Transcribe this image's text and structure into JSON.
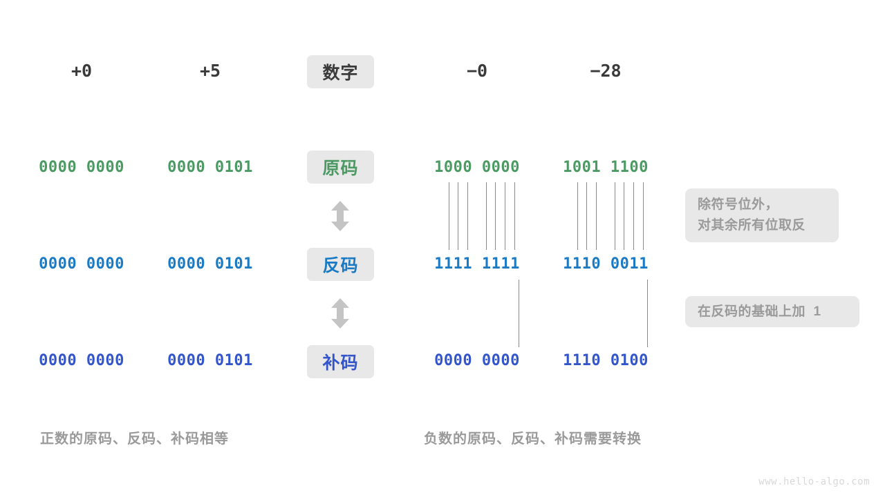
{
  "colors": {
    "green": "#4c9a63",
    "blue": "#1b7ac4",
    "indigo": "#3355cc",
    "chip_bg": "#e8e8e8",
    "muted": "#9a9a9a",
    "dark": "#3a3a3a",
    "line": "#888888"
  },
  "header": {
    "left_values": [
      "+0",
      "+5"
    ],
    "center_label": "数字",
    "right_values": [
      "−0",
      "−28"
    ]
  },
  "rows": [
    {
      "label": "原码",
      "label_color": "green",
      "value_color": "green",
      "left_values": [
        "0000 0000",
        "0000 0101"
      ],
      "right_values": [
        "1000 0000",
        "1001 1100"
      ]
    },
    {
      "label": "反码",
      "label_color": "blue",
      "value_color": "blue",
      "left_values": [
        "0000 0000",
        "0000 0101"
      ],
      "right_values": [
        "1111 1111",
        "1110 0011"
      ]
    },
    {
      "label": "补码",
      "label_color": "indigo",
      "value_color": "indigo",
      "left_values": [
        "0000 0000",
        "0000 0101"
      ],
      "right_values": [
        "0000 0000",
        "1110 0100"
      ]
    }
  ],
  "arrows": {
    "glyph_name": "double-arrow-vertical",
    "count": 2
  },
  "notes": [
    {
      "lines": [
        "除符号位外，",
        "对其余所有位取反"
      ]
    },
    {
      "lines": [
        "在反码的基础上加  1"
      ]
    }
  ],
  "captions": {
    "left": "正数的原码、反码、补码相等",
    "right": "负数的原码、反码、补码需要转换"
  },
  "watermark": "www.hello-algo.com"
}
